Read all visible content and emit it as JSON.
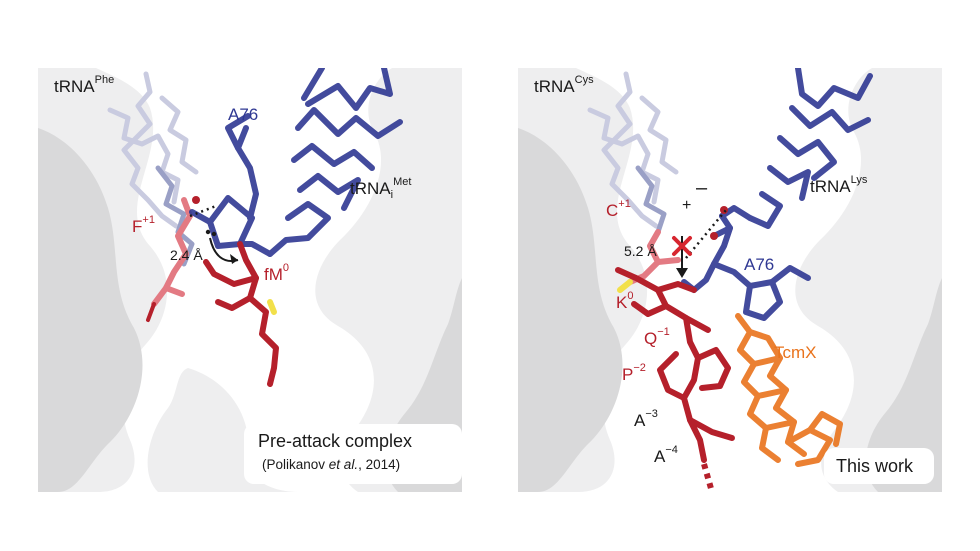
{
  "left_panel": {
    "trna_phe": {
      "base": "tRNA",
      "sup": "Phe"
    },
    "trna_met": {
      "base": "tRNA",
      "sub": "i",
      "sup": "Met"
    },
    "a76": "A76",
    "f_label": {
      "base": "F",
      "sup": "+1"
    },
    "fm_label": {
      "base": "fM",
      "sup": "0"
    },
    "distance": "2.4 Å",
    "caption_title": "Pre-attack complex",
    "caption_ref_pre": "(Polikanov ",
    "caption_ref_italic": "et al.",
    "caption_ref_post": ", 2014)"
  },
  "right_panel": {
    "trna_cys": {
      "base": "tRNA",
      "sup": "Cys"
    },
    "trna_lys": {
      "base": "tRNA",
      "sup": "Lys"
    },
    "a76": "A76",
    "c_label": {
      "base": "C",
      "sup": "+1"
    },
    "k_label": {
      "base": "K",
      "sup": "0"
    },
    "q_label": {
      "base": "Q",
      "sup": "−1"
    },
    "p_label": {
      "base": "P",
      "sup": "−2"
    },
    "a3_label": {
      "base": "A",
      "sup": "−3"
    },
    "a4_label": {
      "base": "A",
      "sup": "−4"
    },
    "tcmx": "TcmX",
    "plus": "+",
    "minus": "–",
    "distance": "5.2 Å",
    "caption": "This work"
  },
  "colors": {
    "navy": "#2f3893",
    "red": "#b5202b",
    "orange": "#e9731c",
    "pale_trna": "#c9cbe0",
    "bg_light": "#eeeeef",
    "bg_dark": "#d9d9da"
  }
}
